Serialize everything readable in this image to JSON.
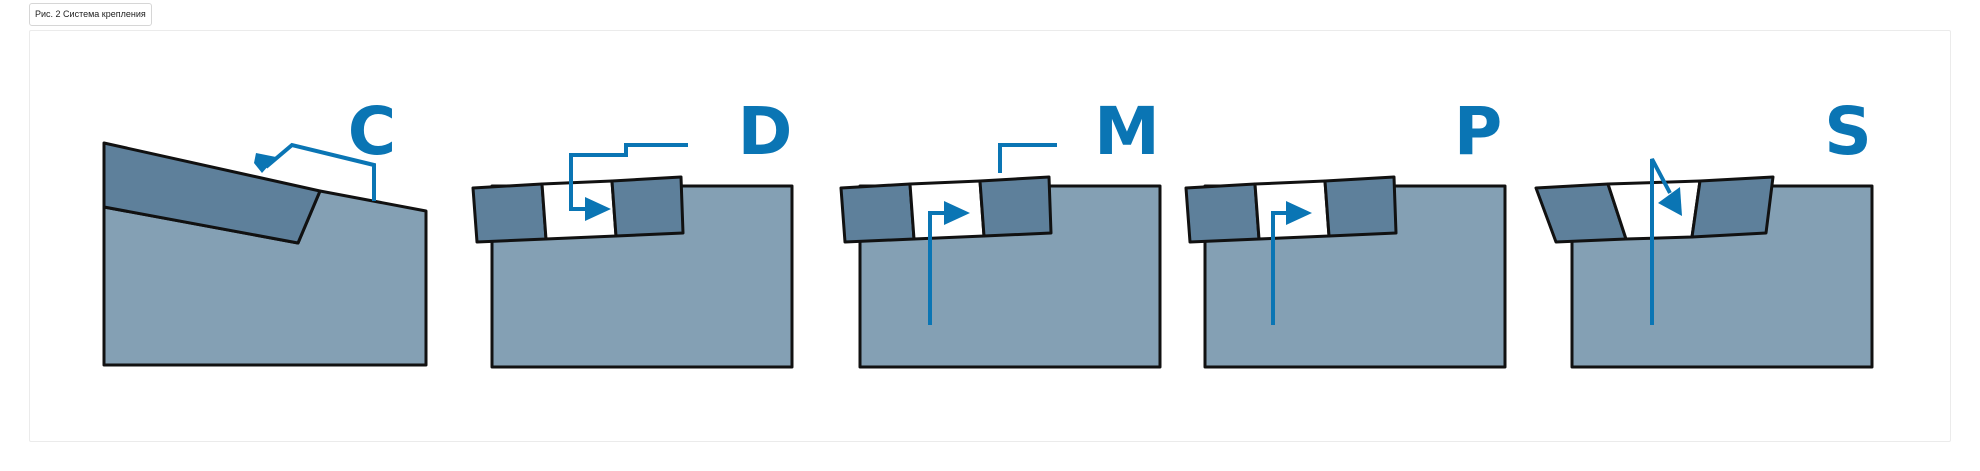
{
  "caption": "Рис. 2 Система крепления",
  "colors": {
    "accent": "#0a75b4",
    "insert": "#5e809b",
    "holder": "#84a0b4",
    "outline": "#111111"
  },
  "systems": [
    {
      "letter": "C"
    },
    {
      "letter": "D"
    },
    {
      "letter": "M"
    },
    {
      "letter": "P"
    },
    {
      "letter": "S"
    }
  ]
}
